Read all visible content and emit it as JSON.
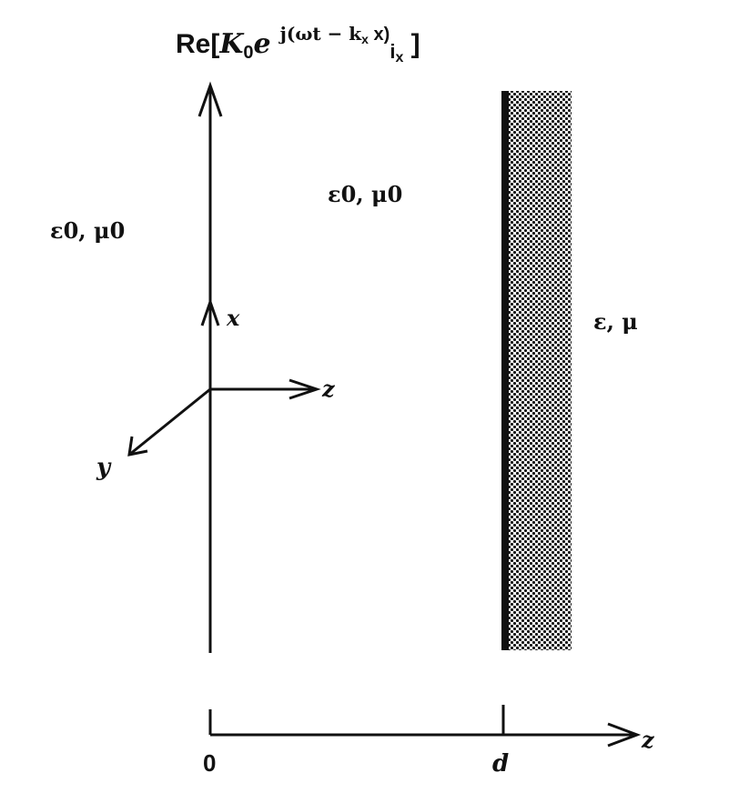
{
  "title": {
    "re": "Re[",
    "k0": "K",
    "k0_sub": "0",
    "e": "e",
    "exponent": "j(ωt − k",
    "exponent_sub": "x",
    "exponent_end": " x)",
    "unit": "i",
    "unit_sub": "x",
    "close": " ]"
  },
  "regions": {
    "left": "ε0, μ0",
    "middle": "ε0, μ0",
    "slab": "ε, μ"
  },
  "axes": {
    "x": "x",
    "y": "y",
    "z": "z",
    "bottom_z": "z",
    "origin": "0",
    "d": "d"
  },
  "colors": {
    "ink": "#111111",
    "slab_dark": "#1a1a1a",
    "slab_light": "#ffffff"
  }
}
